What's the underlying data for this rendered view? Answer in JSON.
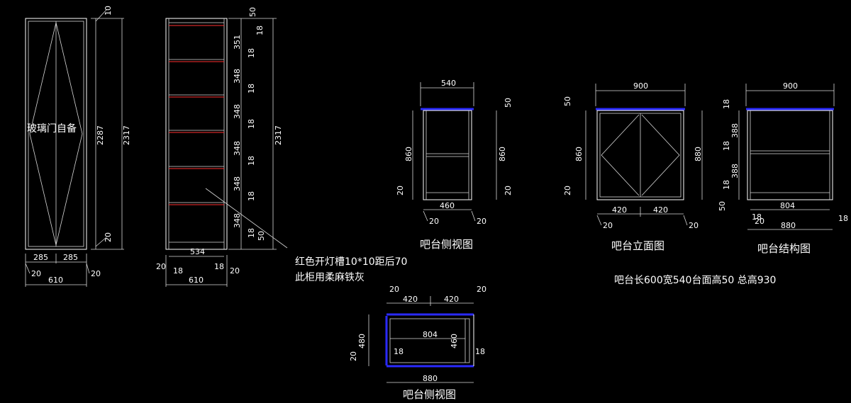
{
  "colors": {
    "background": "#000000",
    "line": "#ffffff",
    "light_slot": "#ff3030",
    "countertop": "#2a2aff"
  },
  "notes": {
    "glass_door": "玻璃门自备",
    "light_slot": "红色开灯槽10*10距后70",
    "material": "此柜用柔麻铁灰",
    "bar_spec": "吧台长600宽540台面高50 总高930"
  },
  "titles": {
    "side_view": "吧台侧视图",
    "elevation": "吧台立面图",
    "structure": "吧台结构图",
    "plan_view": "吧台侧视图"
  },
  "cabinet_front": {
    "dims": {
      "top": "10",
      "door_h": "2287",
      "total_h": "2317",
      "bottom": "20",
      "w1": "285",
      "w2": "285",
      "side_l": "20",
      "side_r": "20",
      "total_w": "610"
    }
  },
  "cabinet_section": {
    "dims": {
      "top": "50",
      "t1": "18",
      "s1": "351",
      "t2": "18",
      "s2": "348",
      "t3": "18",
      "s3": "348",
      "t4": "18",
      "s4": "348",
      "t5": "18",
      "s5": "348",
      "t6": "18",
      "s6": "348",
      "t7": "18",
      "base": "50",
      "total_h": "2317",
      "inner_w": "534",
      "side_l": "20",
      "side_l2": "18",
      "side_r2": "18",
      "side_r": "20",
      "total_w": "610"
    }
  },
  "bar_side": {
    "dims": {
      "top_w": "540",
      "top_t": "50",
      "h_left": "860",
      "h_right": "860",
      "base_l": "20",
      "base_r": "20",
      "inner_w": "460",
      "side_l": "20",
      "side_r": "20"
    }
  },
  "bar_elevation": {
    "dims": {
      "top_w": "900",
      "top_t": "50",
      "h_left": "860",
      "h_right": "880",
      "base": "20",
      "w1": "420",
      "w2": "420",
      "side_l": "20",
      "side_r": "20"
    }
  },
  "bar_structure": {
    "dims": {
      "top_w": "900",
      "t1": "18",
      "s1": "388",
      "t2": "18",
      "s2": "388",
      "t3": "18",
      "base": "50",
      "inner_w": "804",
      "side_l": "18",
      "side_l2": "20",
      "total_w": "880",
      "side_r": "18"
    }
  },
  "bar_plan": {
    "dims": {
      "side_l": "20",
      "w1": "420",
      "w2": "420",
      "side_r": "20",
      "depth": "480",
      "inner_w": "804",
      "inner_d": "460",
      "front": "20",
      "inset_l": "18",
      "inset_r": "18",
      "total_w": "880"
    }
  }
}
